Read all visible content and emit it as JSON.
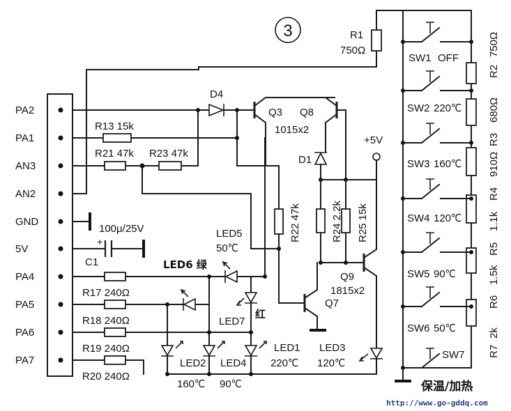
{
  "figure_number": "3",
  "pins": [
    "PA2",
    "PA1",
    "AN3",
    "AN2",
    "GND",
    "5V",
    "PA4",
    "PA5",
    "PA6",
    "PA7"
  ],
  "resistors": {
    "r1": {
      "name": "R1",
      "value": "750Ω"
    },
    "r2": {
      "name": "R2",
      "value": "750Ω"
    },
    "r3": {
      "name": "R3",
      "value": "680Ω"
    },
    "r4": {
      "name": "R4",
      "value": "910Ω"
    },
    "r5": {
      "name": "R5",
      "value": "1.1k"
    },
    "r6": {
      "name": "R6",
      "value": "1.5k"
    },
    "r7": {
      "name": "R7",
      "value": "2k"
    },
    "r13": {
      "label": "R13 15k"
    },
    "r21": {
      "label": "R21 47k"
    },
    "r23": {
      "label": "R23 47k"
    },
    "r22": {
      "label": "R22 47k"
    },
    "r24": {
      "label": "R24 2.2k"
    },
    "r25": {
      "label": "R25 15k"
    },
    "r17": {
      "label": "R17 240Ω"
    },
    "r18": {
      "label": "R18 240Ω"
    },
    "r19": {
      "label": "R19 240Ω"
    },
    "r20": {
      "label": "R20 240Ω"
    }
  },
  "capacitor": {
    "name": "C1",
    "value": "100μ/25V"
  },
  "diodes": {
    "d4": "D4",
    "d1": "D1"
  },
  "transistors": {
    "q3": "Q3",
    "q8": "Q8",
    "q3q8_type": "1015x2",
    "q9": "Q9",
    "q9q7_type": "1815x2",
    "q7": "Q7"
  },
  "supply": "+5V",
  "leds": {
    "led1": "LED1",
    "led1_temp": "220℃",
    "led2": "LED2",
    "led2_temp": "160℃",
    "led3": "LED3",
    "led3_temp": "120℃",
    "led4": "LED4",
    "led4_temp": "90℃",
    "led5": "LED5",
    "led5_temp": "50℃",
    "led6": "LED6 绿",
    "led7": "LED7",
    "red": "红"
  },
  "switches": [
    {
      "name": "SW1",
      "label": "OFF"
    },
    {
      "name": "SW2",
      "label": "220℃"
    },
    {
      "name": "SW3",
      "label": "160℃"
    },
    {
      "name": "SW4",
      "label": "120℃"
    },
    {
      "name": "SW5",
      "label": "90℃"
    },
    {
      "name": "SW6",
      "label": "50℃"
    },
    {
      "name": "SW7",
      "label": ""
    }
  ],
  "footer_label": "保温/加热",
  "watermark": "http://www.go-gddq.com"
}
